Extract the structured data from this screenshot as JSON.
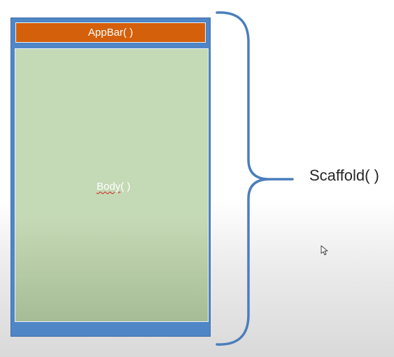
{
  "diagram": {
    "appbar_label": "AppBar( )",
    "body_label_word": "Body",
    "body_label_suffix": "( )",
    "scaffold_label": "Scaffold( )"
  },
  "colors": {
    "frame": "#4f86c6",
    "appbar": "#d4600c",
    "body": "#c4d9b5",
    "brace": "#4a7ebb",
    "label_text": "#262626"
  },
  "icons": {
    "brace": "curly-brace-icon",
    "cursor": "mouse-cursor-icon"
  }
}
